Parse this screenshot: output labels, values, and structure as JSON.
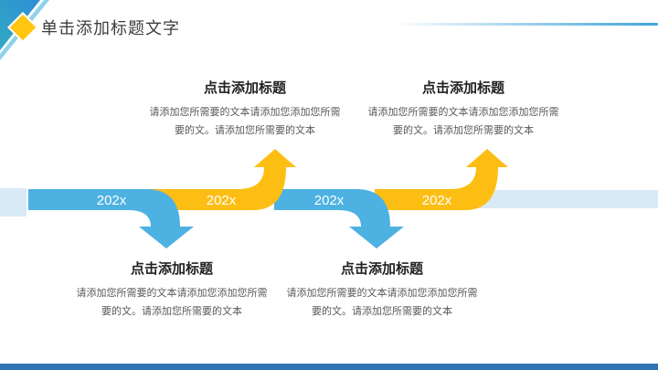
{
  "header": {
    "title": "单击添加标题文字"
  },
  "blocks": [
    {
      "position": "top-left",
      "title": "点击添加标题",
      "line1": "请添加您所需要的文本请添加您添加您所需",
      "line2": "要的文。请添加您所需要的文本"
    },
    {
      "position": "top-right",
      "title": "点击添加标题",
      "line1": "请添加您所需要的文本请添加您添加您所需",
      "line2": "要的文。请添加您所需要的文本"
    },
    {
      "position": "bottom-left",
      "title": "点击添加标题",
      "line1": "请添加您所需要的文本请添加您添加您所需",
      "line2": "要的文。请添加您所需要的文本"
    },
    {
      "position": "bottom-right",
      "title": "点击添加标题",
      "line1": "请添加您所需要的文本请添加您添加您所需",
      "line2": "要的文。请添加您所需要的文本"
    }
  ],
  "timeline": {
    "band_labels": [
      "202x",
      "202x",
      "202x",
      "202x"
    ],
    "colors": {
      "blue": "#4db1e2",
      "yellow": "#fdbe14",
      "pale_blue": "#d9eaf7",
      "label_text": "#ffffff"
    }
  },
  "decor": {
    "corner_triangle_gradient_start": "#31a9c2",
    "corner_triangle_gradient_end": "#2e8ed6",
    "corner_triangle_light": "#8ed2ea",
    "diamond_color": "#fec511",
    "deco_line_color": "#3fa3da",
    "footer_bar_color": "#2e74b5"
  }
}
